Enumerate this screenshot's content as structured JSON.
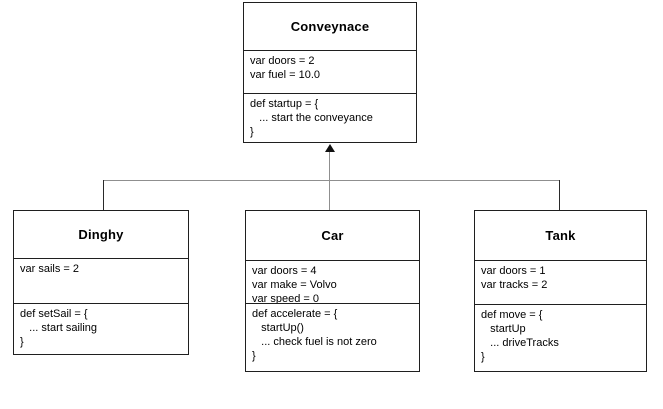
{
  "diagram": {
    "type": "uml-class-diagram",
    "relationship": "inheritance (subclasses point to parent with hollow/filled arrow)",
    "colors": {
      "background": "#ffffff",
      "box_border": "#1f1f1f",
      "text": "#000000",
      "connector_line": "#8f8f8f",
      "connector_elbow": "#2a2a2a",
      "arrowhead": "#111111"
    },
    "classes": [
      {
        "name": "Conveynace",
        "attributes": [
          "var doors = 2",
          "var fuel = 10.0"
        ],
        "methods": [
          "def startup = {",
          "   ... start the conveyance",
          "}"
        ]
      },
      {
        "name": "Dinghy",
        "attributes": [
          "var sails = 2"
        ],
        "methods": [
          "def setSail = {",
          "   ... start sailing",
          "}"
        ]
      },
      {
        "name": "Car",
        "attributes": [
          "var doors = 4",
          "var make = Volvo",
          "var speed = 0"
        ],
        "methods": [
          "def accelerate = {",
          "   startUp()",
          "   ... check fuel is not zero",
          "}"
        ]
      },
      {
        "name": "Tank",
        "attributes": [
          "var doors = 1",
          "var tracks = 2"
        ],
        "methods": [
          "def move = {",
          "   startUp",
          "   ... driveTracks",
          "}"
        ]
      }
    ]
  }
}
